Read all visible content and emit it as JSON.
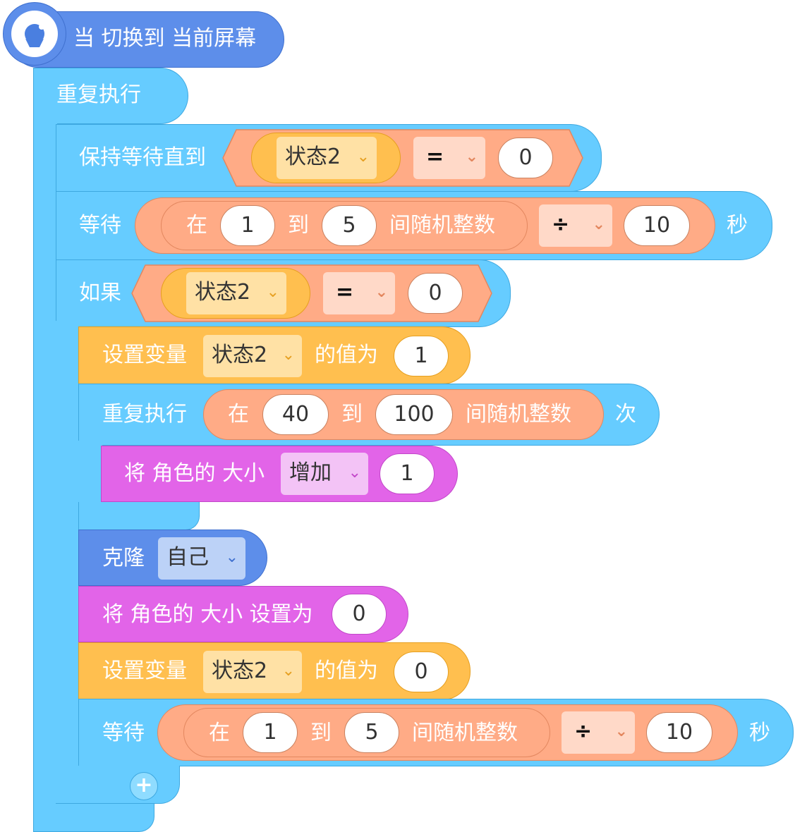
{
  "colors": {
    "control": "#66ccff",
    "operator": "#ffab86",
    "variable": "#ffbf4f",
    "looks": "#e264e8",
    "event": "#5d8eea"
  },
  "hat": {
    "icon": "satellite-dish-icon",
    "label": "当 切换到 当前屏幕"
  },
  "forever": {
    "label": "重复执行"
  },
  "wait_until": {
    "label": "保持等待直到",
    "variable": "状态2",
    "operator": "=",
    "value": "0"
  },
  "wait1": {
    "label": "等待",
    "from_label": "在",
    "from": "1",
    "to_label": "到",
    "to": "5",
    "random_label": "间随机整数",
    "operator": "÷",
    "divisor": "10",
    "unit": "秒"
  },
  "if_block": {
    "label": "如果",
    "variable": "状态2",
    "operator": "=",
    "value": "0"
  },
  "set_var1": {
    "label": "设置变量",
    "variable": "状态2",
    "suffix": "的值为",
    "value": "1"
  },
  "repeat": {
    "label": "重复执行",
    "from_label": "在",
    "from": "40",
    "to_label": "到",
    "to": "100",
    "random_label": "间随机整数",
    "suffix": "次"
  },
  "change_size": {
    "label": "将 角色的 大小",
    "mode": "增加",
    "value": "1"
  },
  "clone": {
    "label": "克隆",
    "target": "自己"
  },
  "set_size": {
    "label": "将 角色的 大小 设置为",
    "value": "0"
  },
  "set_var2": {
    "label": "设置变量",
    "variable": "状态2",
    "suffix": "的值为",
    "value": "0"
  },
  "wait2": {
    "label": "等待",
    "from_label": "在",
    "from": "1",
    "to_label": "到",
    "to": "5",
    "random_label": "间随机整数",
    "operator": "÷",
    "divisor": "10",
    "unit": "秒"
  },
  "add_button": {
    "icon": "plus-icon"
  }
}
